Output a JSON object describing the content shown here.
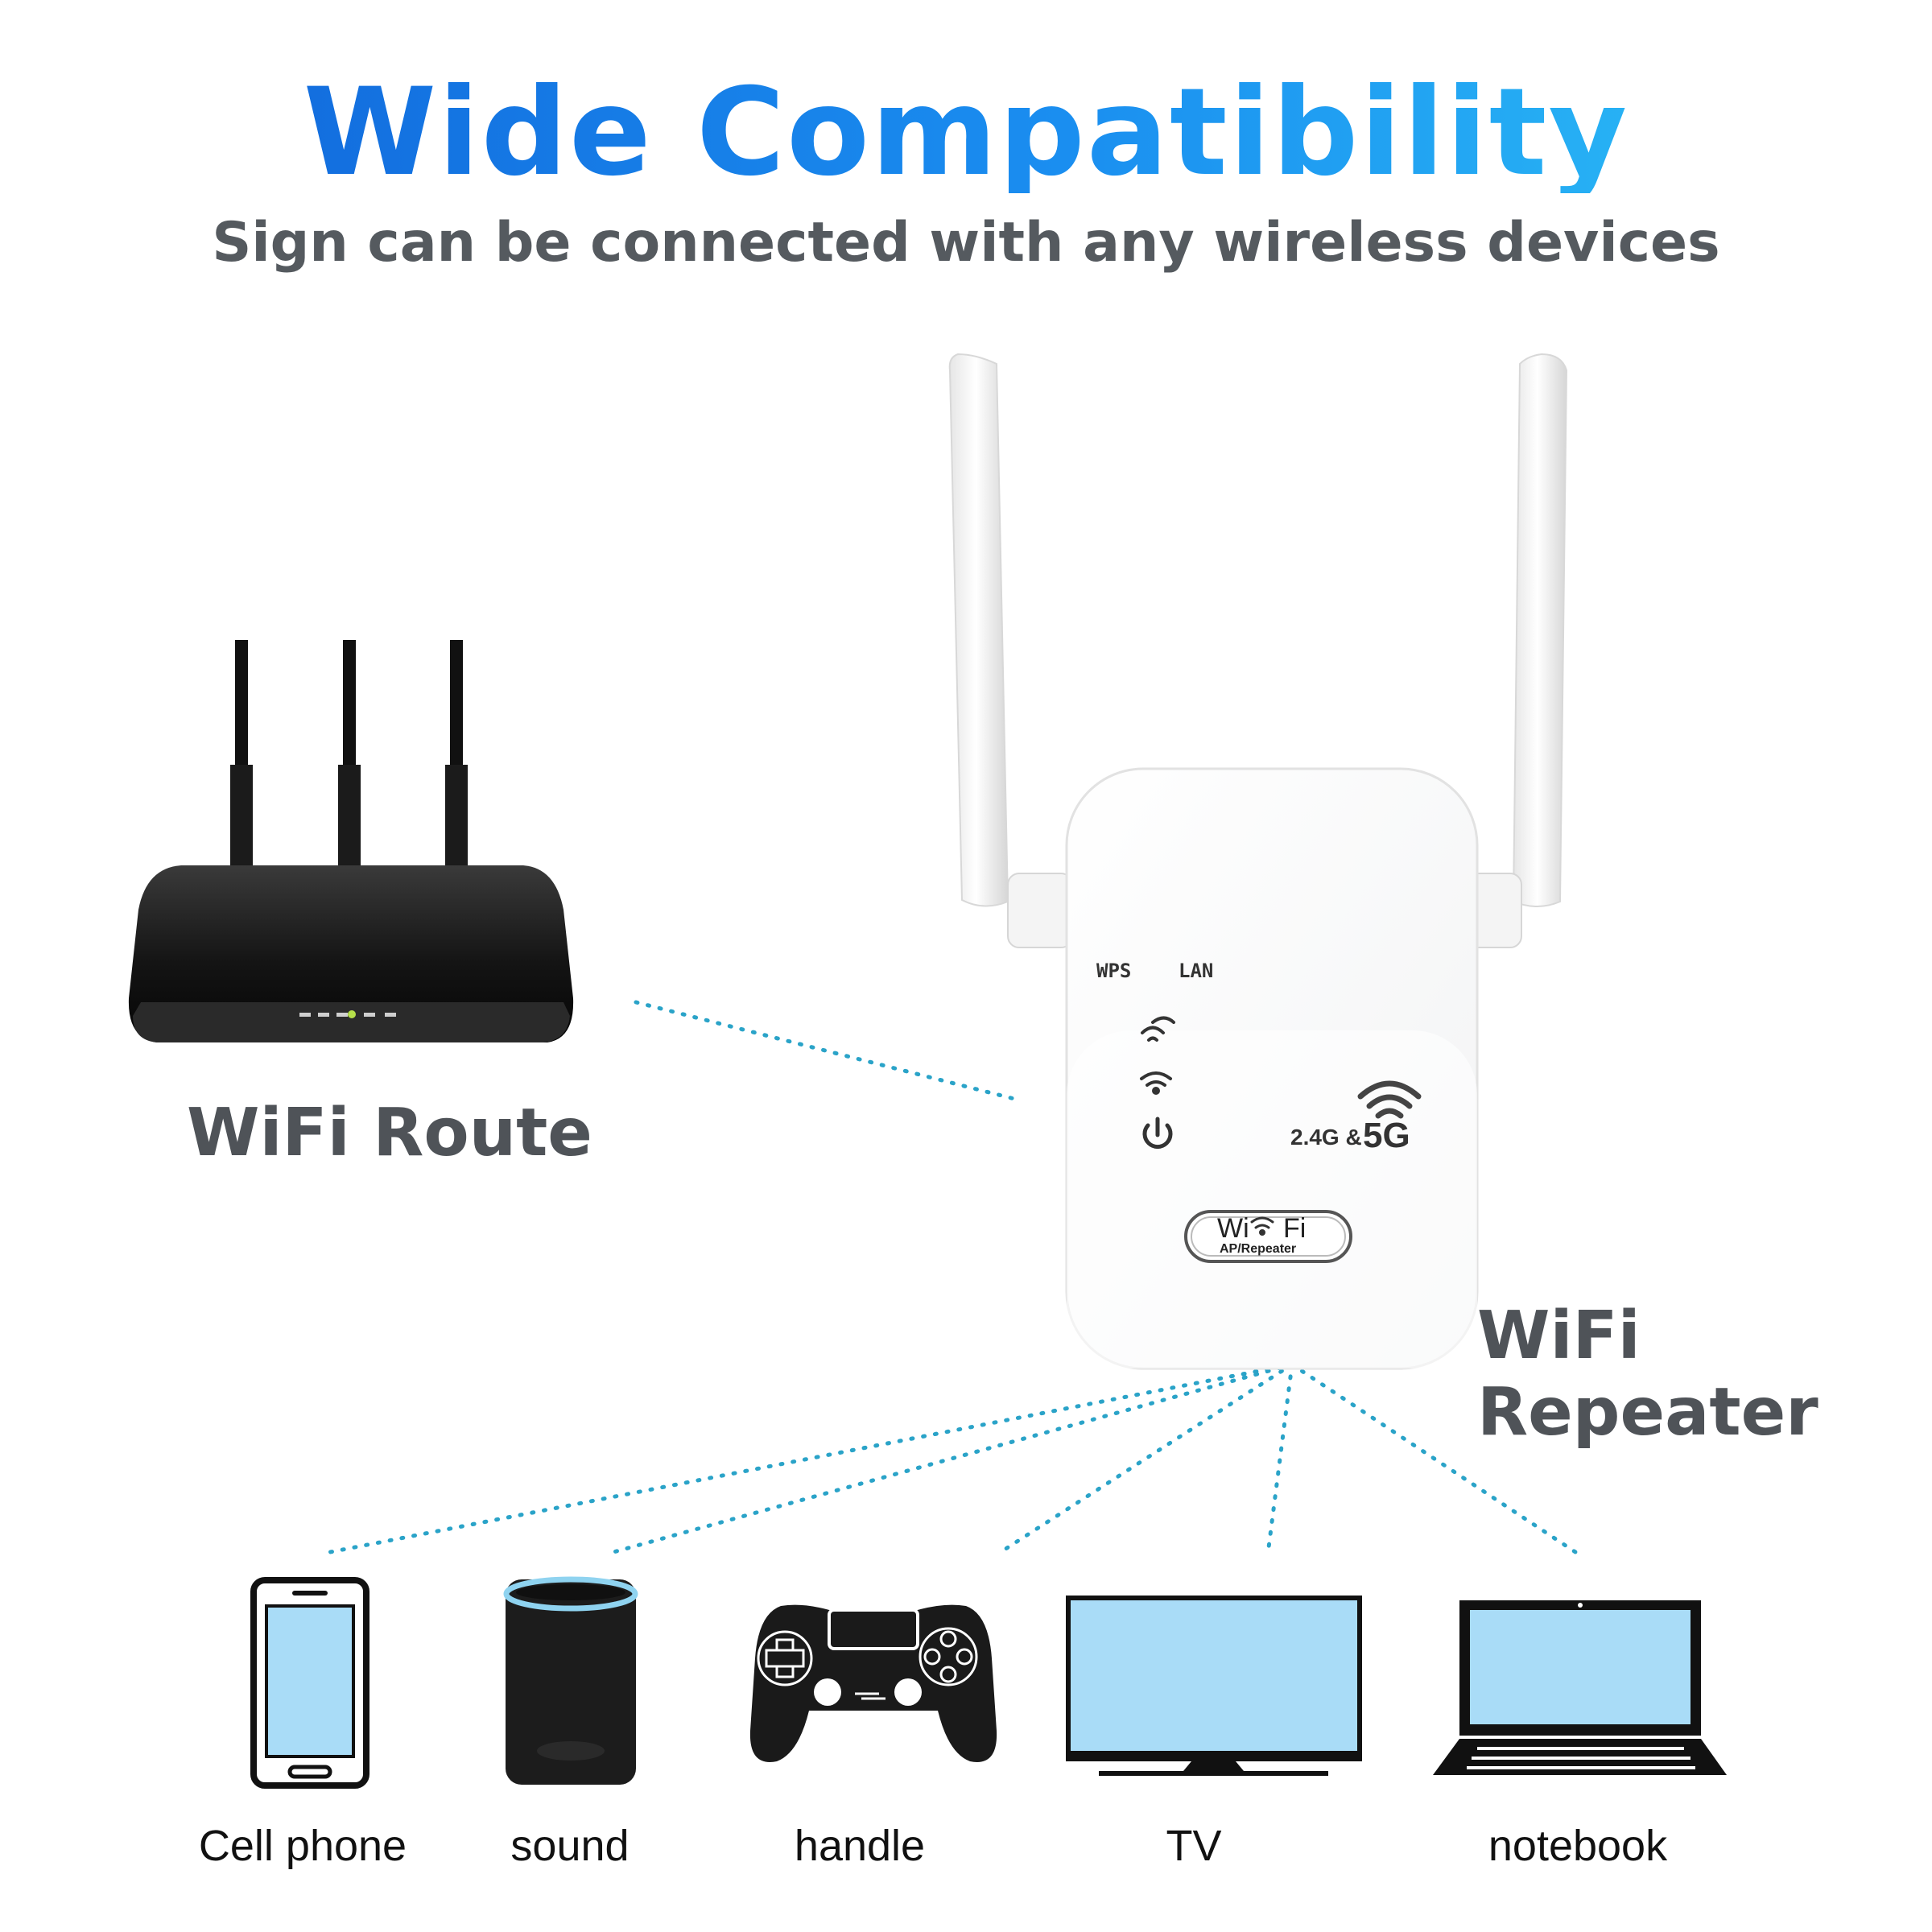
{
  "header": {
    "title": "Wide Compatibility",
    "subtitle": "Sign can be connected with any wireless devices"
  },
  "router": {
    "label": "WiFi Route"
  },
  "repeater": {
    "label": "WiFi Repeater",
    "port_labels": {
      "wps": "WPS",
      "lan": "LAN"
    },
    "band_prefix": "2.4G &",
    "band_main": "5G",
    "badge_brand_left": "Wi",
    "badge_brand_right": "Fi",
    "badge_sub": "AP/Repeater"
  },
  "devices": [
    {
      "label": "Cell phone",
      "icon": "cell-phone-icon"
    },
    {
      "label": "sound",
      "icon": "smart-speaker-icon"
    },
    {
      "label": "handle",
      "icon": "gamepad-icon"
    },
    {
      "label": "TV",
      "icon": "tv-icon"
    },
    {
      "label": "notebook",
      "icon": "laptop-icon"
    }
  ],
  "colors": {
    "title_gradient_start": "#1062d8",
    "title_gradient_end": "#2ec4f6",
    "link_dots": "#2aa3c8",
    "screen_fill": "#a9dcf7"
  }
}
